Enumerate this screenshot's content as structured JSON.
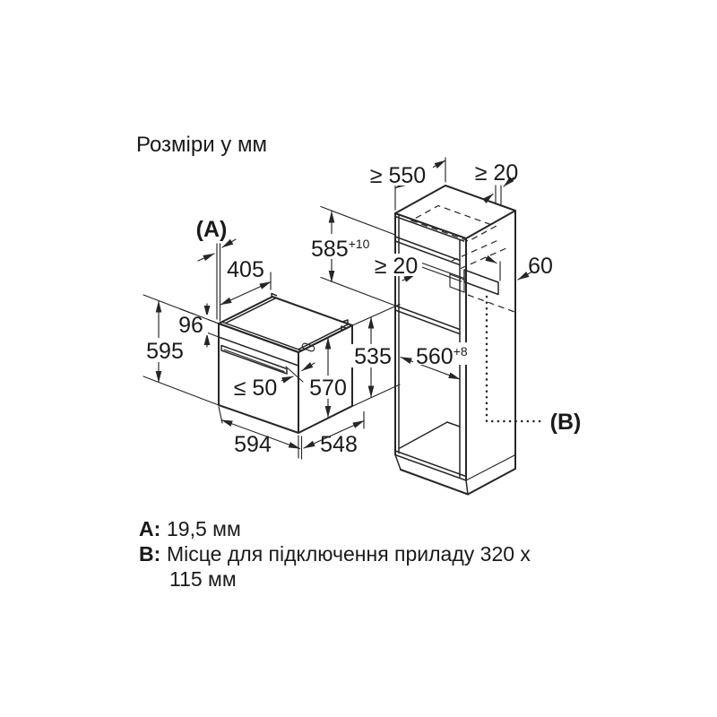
{
  "title": "Розміри у мм",
  "colors": {
    "line": "#262626",
    "text": "#1a1a1a",
    "background": "#ffffff"
  },
  "oven": {
    "label_a": "(A)",
    "dim_top_depth": "405",
    "dim_panel_height": "96",
    "dim_front_height": "595",
    "dim_handle": "≤ 50",
    "dim_body_height": "570",
    "dim_front_width": "594",
    "dim_body_depth": "548",
    "dim_rear_height": "535"
  },
  "cabinet": {
    "dim_min_depth": "≥ 550",
    "dim_top_gap": "≥ 20",
    "dim_back_gap": "≥ 20",
    "dim_vent_height": "60",
    "dim_niche_height": "585",
    "dim_niche_height_tol": "+10",
    "dim_niche_width": "560",
    "dim_niche_width_tol": "+8",
    "label_b": "(B)"
  },
  "notes": {
    "a_key": "A:",
    "a_value": "19,5 мм",
    "b_key": "B:",
    "b_value_line1": "Місце для підключення приладу 320 x",
    "b_value_line2": "115 мм"
  }
}
